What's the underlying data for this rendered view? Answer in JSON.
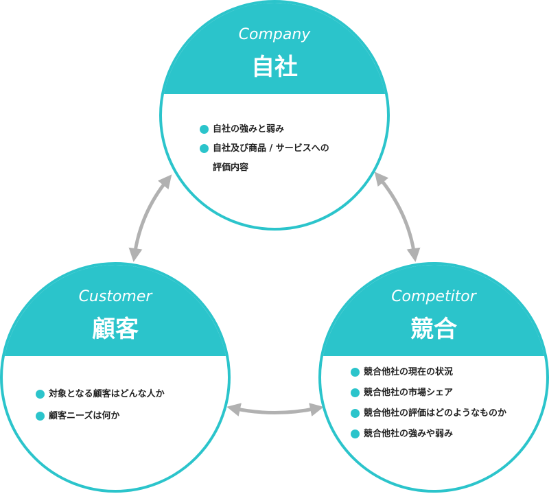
{
  "colors": {
    "accent": "#2bc4cb",
    "arrow": "#b1b1b1",
    "text": "#222222"
  },
  "nodes": {
    "company": {
      "en": "Company",
      "jp": "自社",
      "items": [
        "自社の強みと弱み",
        "自社及び商品 / サービスへの",
        "評価内容"
      ]
    },
    "customer": {
      "en": "Customer",
      "jp": "顧客",
      "items": [
        "対象となる顧客はどんな人か",
        "顧客ニーズは何か"
      ]
    },
    "competitor": {
      "en": "Competitor",
      "jp": "競合",
      "items": [
        "競合他社の現在の状況",
        "競合他社の市場シェア",
        "競合他社の評価はどのようなものか",
        "競合他社の強みや弱み"
      ]
    }
  },
  "connections": [
    {
      "from": "company",
      "to": "customer",
      "type": "bidirectional-arrow"
    },
    {
      "from": "company",
      "to": "competitor",
      "type": "bidirectional-arrow"
    },
    {
      "from": "customer",
      "to": "competitor",
      "type": "bidirectional-arrow"
    }
  ]
}
